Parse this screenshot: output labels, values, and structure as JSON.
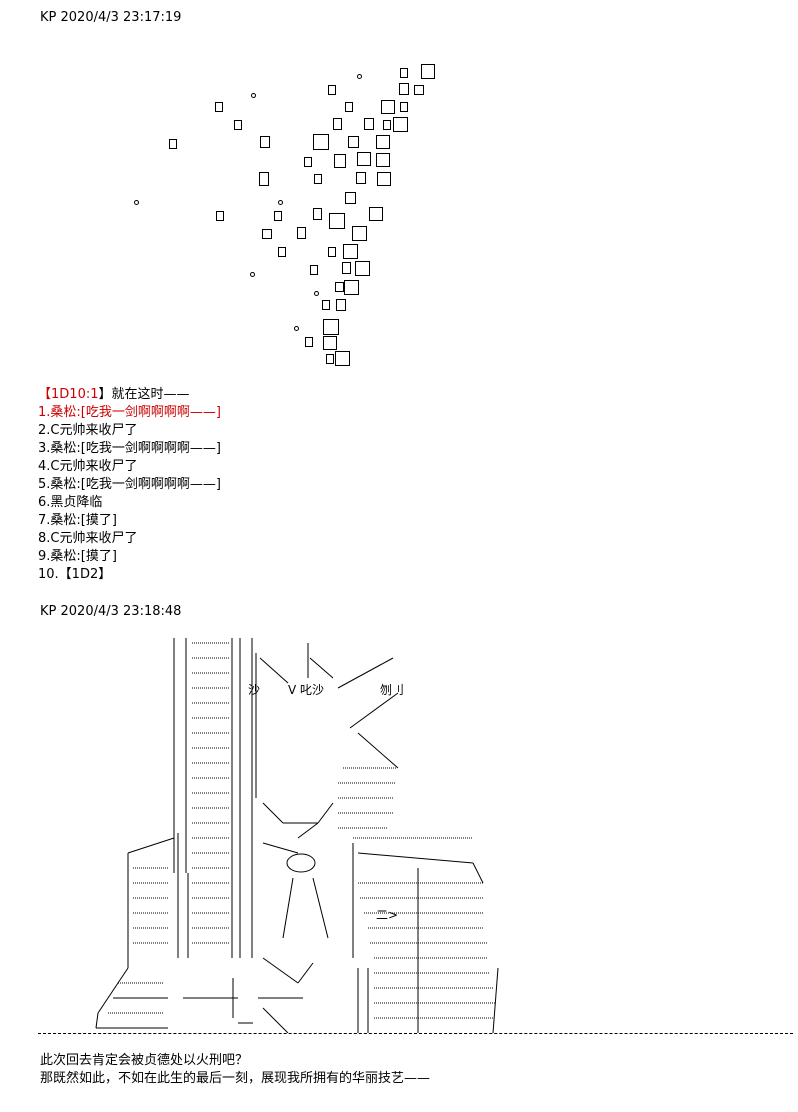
{
  "posts": [
    {
      "author": "KP",
      "timestamp": "2020/4/3 23:17:19"
    },
    {
      "author": "KP",
      "timestamp": "2020/4/3 23:18:48"
    }
  ],
  "roll": {
    "header_prefix": "【",
    "header_dice": "1D10:1",
    "header_suffix": "】就在这时——",
    "options": [
      "1.桑松:[吃我一剑啊啊啊啊——]",
      "2.C元帅来收尸了",
      "3.桑松:[吃我一剑啊啊啊啊——]",
      "4.C元帅来收尸了",
      "5.桑松:[吃我一剑啊啊啊啊——]",
      "6.黑贞降临",
      "7.桑松:[摸了]",
      "8.C元帅来收尸了",
      "9.桑松:[摸了]",
      "10.【1D2】"
    ],
    "selected_index": 0,
    "highlight_color": "#cc0000"
  },
  "art_text": {
    "sfx_1": "沙",
    "sfx_2": "V 叱沙",
    "sfx_3": "刎刂",
    "arrow": "二>"
  },
  "closing": [
    "此次回去肯定会被贞德处以火刑吧？",
    "那既然如此，不如在此生的最后一刻，展现我所拥有的华丽技艺——"
  ]
}
